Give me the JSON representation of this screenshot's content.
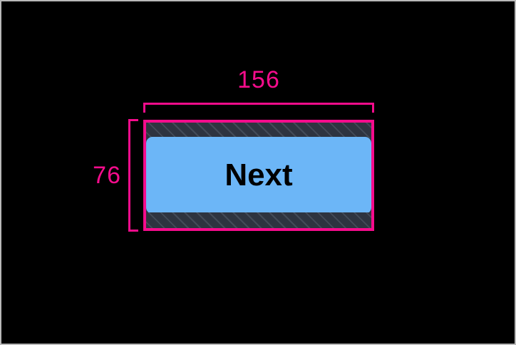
{
  "canvas": {
    "background_color": "#000000",
    "frame_color": "#b9b9b9"
  },
  "annotation": {
    "accent_color": "#f50c8c",
    "width_label": "156",
    "height_label": "76"
  },
  "widget": {
    "type": "button",
    "label": "Next",
    "fill_color": "#6cb6f7",
    "text_color": "#000000",
    "band_color": "#2e3440"
  }
}
